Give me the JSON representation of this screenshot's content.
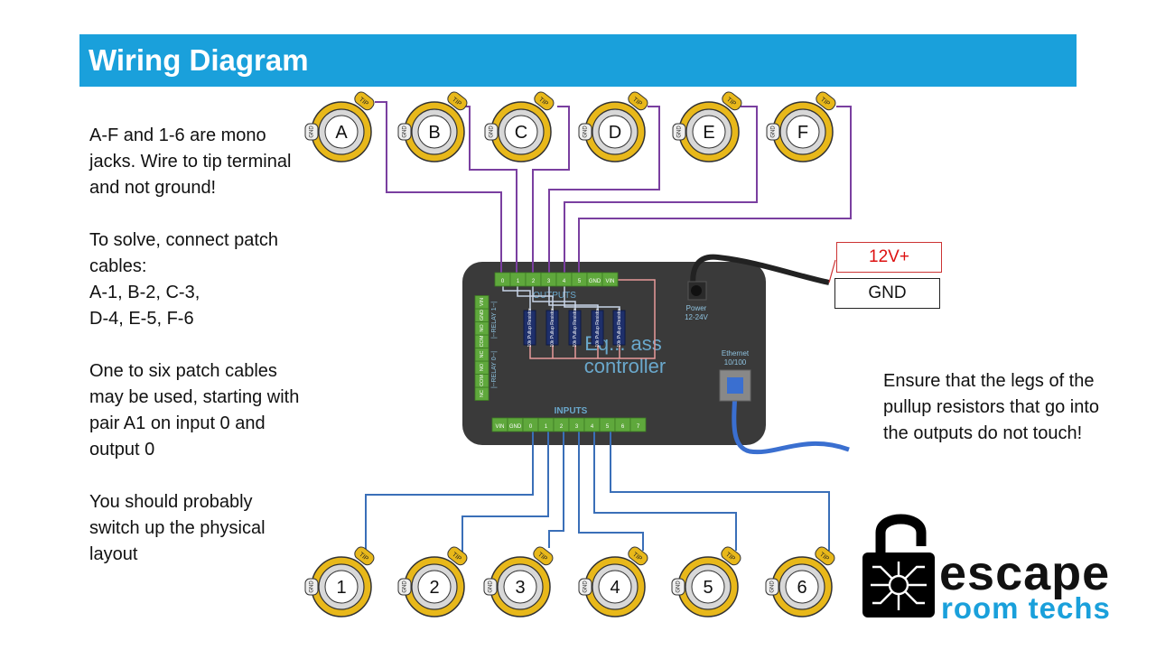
{
  "title": "Wiring Diagram",
  "left_text": {
    "p1": "A-F and 1-6 are mono jacks. Wire to tip terminal and not ground!",
    "p2_line1": "To solve, connect patch cables:",
    "p2_line2": "A-1, B-2, C-3,",
    "p2_line3": "D-4, E-5, F-6",
    "p3": "One to six patch cables may be used, starting with pair A1 on input 0 and output 0",
    "p4": "You should probably switch up the physical layout"
  },
  "right_text": "Ensure that the legs of the pullup resistors that go into the outputs do not touch!",
  "power_labels": {
    "pos": "12V+",
    "neg": "GND"
  },
  "jack_terminal_labels": {
    "tip": "TIP",
    "gnd": "GND"
  },
  "top_jacks": [
    "A",
    "B",
    "C",
    "D",
    "E",
    "F"
  ],
  "bottom_jacks": [
    "1",
    "2",
    "3",
    "4",
    "5",
    "6"
  ],
  "controller": {
    "outputs_pins": [
      "0",
      "1",
      "2",
      "3",
      "4",
      "5",
      "GND",
      "VIN"
    ],
    "inputs_pins": [
      "VIN",
      "GND",
      "0",
      "1",
      "2",
      "3",
      "4",
      "5",
      "6",
      "7"
    ],
    "outputs_label": "OUTPUTS",
    "inputs_label": "INPUTS",
    "name_line1": "Eq... ass",
    "name_line2": "controller",
    "power_label": "Power",
    "power_volts": "12-24V",
    "ethernet_label": "Ethernet",
    "ethernet_speed": "10/100",
    "relay_pins": [
      "NC",
      "COM",
      "NO",
      "NC",
      "COM",
      "NO",
      "GND",
      "VIN"
    ],
    "relay_labels": [
      "|--RELAY 0--|",
      "|--RELAY 1--|"
    ],
    "resistor_label": "10k Pullup Resistor"
  },
  "logo": {
    "line1": "escape",
    "line2": "room techs"
  },
  "colors": {
    "accent": "#1aa0db",
    "output_wire": "#7a3fa0",
    "input_wire": "#3a6fb8",
    "jack_ring": "#e8b81a",
    "board": "#3a3a3a",
    "pin_green": "#5fa83c"
  }
}
